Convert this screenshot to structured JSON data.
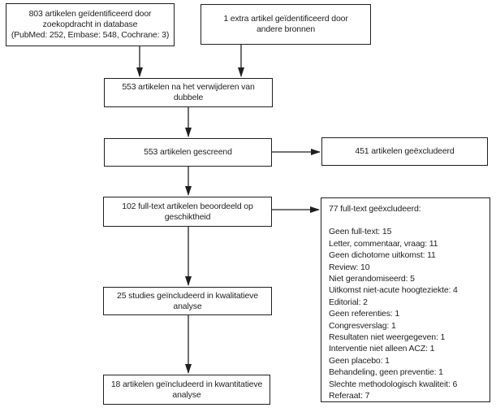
{
  "colors": {
    "background": "#ffffff",
    "border": "#1f1f1f",
    "text": "#1f1f1f",
    "arrow": "#1f1f1f"
  },
  "flow": {
    "identified_db": {
      "lines": [
        "803 artikelen geïdentificeerd door",
        "zoekopdracht in database",
        "(PubMed: 252, Embase: 548, Cochrane: 3)"
      ]
    },
    "identified_other": {
      "lines": [
        "1 extra artikel geïdentificeerd  door",
        "andere bronnen"
      ]
    },
    "after_duplicates": {
      "lines": [
        "553 artikelen na het verwijderen van",
        "dubbele"
      ]
    },
    "screened": {
      "lines": [
        "553 artikelen gescreend"
      ]
    },
    "excluded_screening": {
      "lines": [
        "451 artikelen geëxcludeerd"
      ]
    },
    "fulltext_assessed": {
      "lines": [
        "102 full-text artikelen beoordeeld op",
        "geschiktheid"
      ]
    },
    "fulltext_excluded": {
      "heading": "77 full-text geëxcludeerd:",
      "items": [
        "Geen full-text: 15",
        "Letter, commentaar, vraag: 11",
        "Geen dichotome uitkomst: 11",
        "Review: 10",
        "Niet gerandomiseerd: 5",
        "Uitkomst niet-acute hoogteziekte: 4",
        "Editorial: 2",
        "Geen referenties: 1",
        "Congresverslag: 1",
        "Resultaten niet weergegeven: 1",
        "Interventie niet alleen ACZ: 1",
        "Geen placebo: 1",
        "Behandeling, geen preventie: 1",
        "Slechte methodologisch kwaliteit: 6",
        "Referaat: 7"
      ]
    },
    "qualitative_included": {
      "lines": [
        "25 studies geïncludeerd in kwalitatieve",
        "analyse"
      ]
    },
    "quantitative_included": {
      "lines": [
        "18 artikelen geïncludeerd in kwantitatieve",
        "analyse"
      ]
    }
  }
}
